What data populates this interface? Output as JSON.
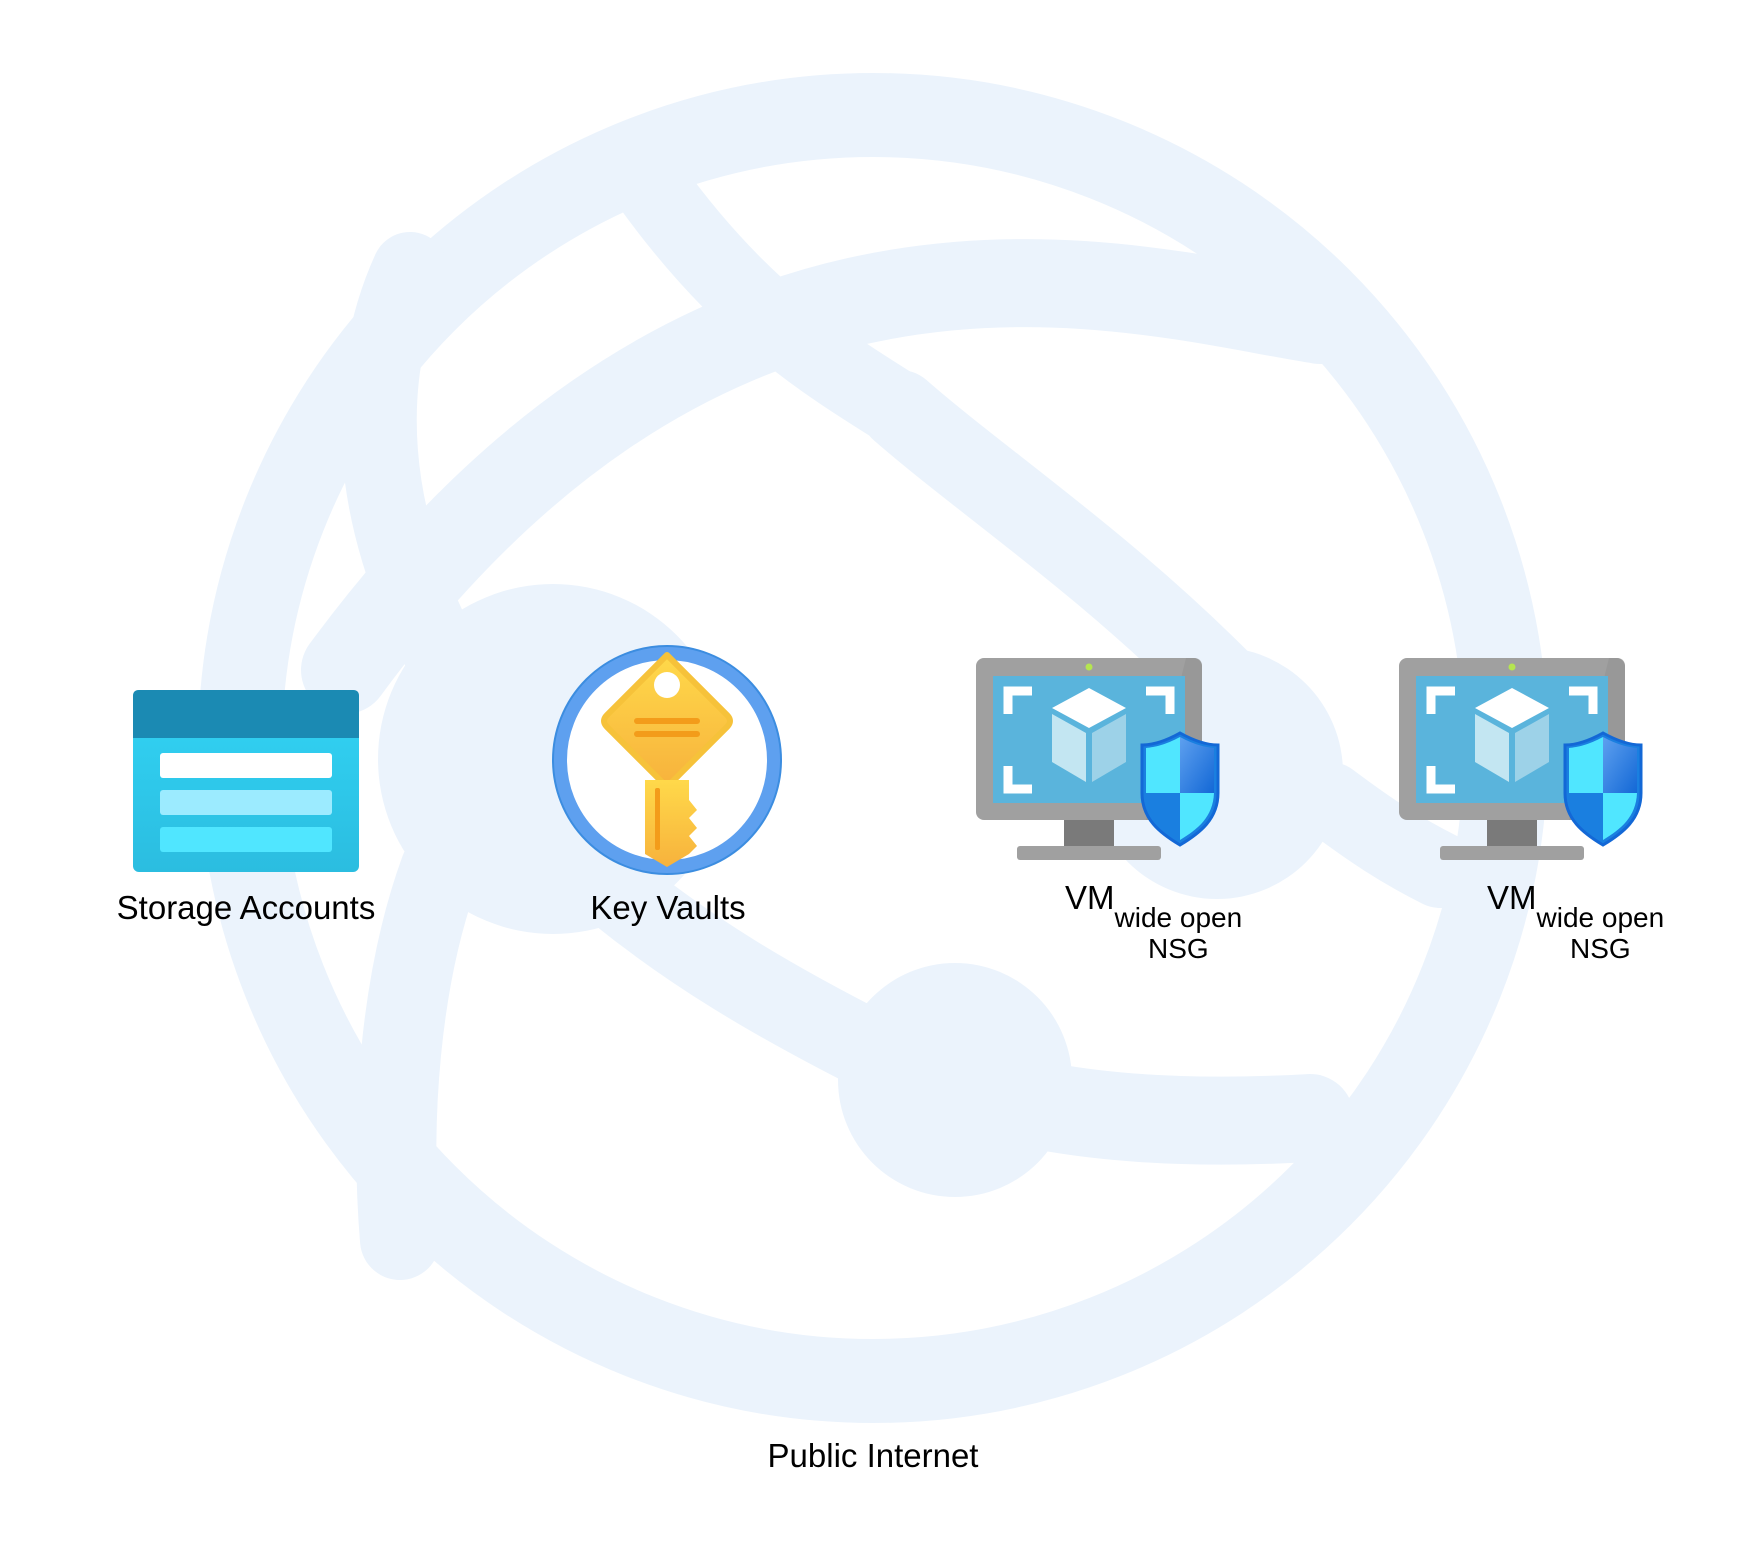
{
  "background": {
    "label": "Public Internet",
    "icon": "globe-network-icon",
    "color": "#ebf3fc"
  },
  "nodes": [
    {
      "id": "storage",
      "label": "Storage Accounts",
      "icon": "storage-account-icon"
    },
    {
      "id": "keyvault",
      "label": "Key Vaults",
      "icon": "key-vault-icon"
    },
    {
      "id": "vm1",
      "label": "VM",
      "sub": "wide open",
      "sub2": "NSG",
      "icon": "virtual-machine-icon",
      "badge": "shield-icon"
    },
    {
      "id": "vm2",
      "label": "VM",
      "sub": "wide open",
      "sub2": "NSG",
      "icon": "virtual-machine-icon",
      "badge": "shield-icon"
    }
  ],
  "colors": {
    "storage_header": "#1b8ab3",
    "storage_body": "#32d4f5",
    "key_gold": "#fcd03c",
    "key_ring": "#5ea0ef",
    "monitor_gray": "#a0a0a0",
    "screen_blue": "#5ab4dc",
    "shield_blue": "#1a7fe0",
    "shield_cyan": "#50e6ff"
  }
}
